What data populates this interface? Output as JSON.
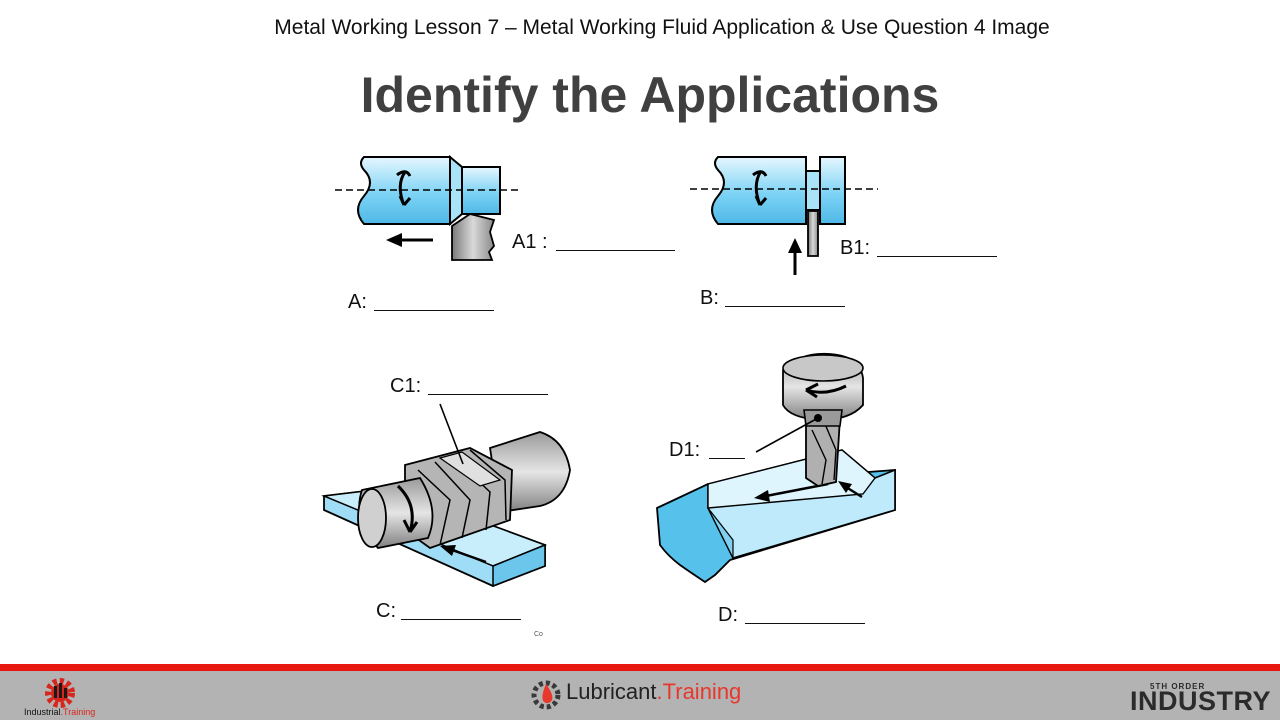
{
  "header": {
    "lesson_title": "Metal Working Lesson 7 – Metal Working Fluid Application & Use Question 4 Image"
  },
  "main": {
    "title": "Identify the Applications",
    "labels": {
      "a1": "A1 :",
      "a": "A:",
      "b1": "B1:",
      "b": "B:",
      "c1": "C1:",
      "c": "C:",
      "d1": "D1:",
      "d": "D:"
    },
    "caption_fragment": "Co"
  },
  "footer": {
    "left_logo": {
      "text_main": "Industrial",
      "text_accent": ".Training"
    },
    "center_logo": {
      "text_main": "Lubricant",
      "text_accent": ".Training"
    },
    "right_logo": {
      "small": "5TH ORDER",
      "big": "INDUSTRY"
    }
  },
  "colors": {
    "part_fill": "#8fd8f5",
    "tool_fill": "#a8a8a8",
    "title_gray": "#404040",
    "footer_red": "#e8170f",
    "footer_gray": "#b3b3b3",
    "accent_red": "#e8372b"
  },
  "icons": [
    "rotation-arrow-icon",
    "feed-arrow-icon",
    "gear-logo-icon",
    "oil-drop-logo-icon"
  ]
}
